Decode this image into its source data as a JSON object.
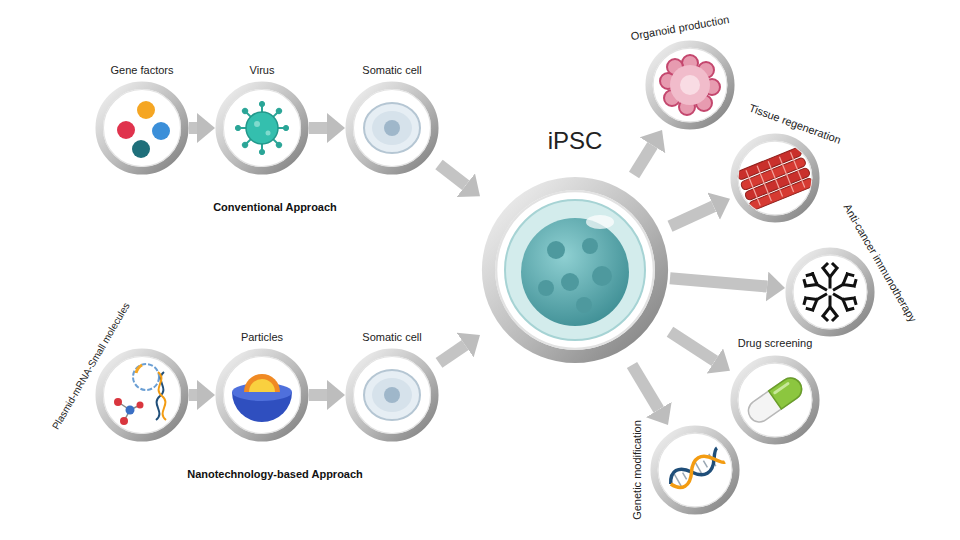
{
  "diagram": {
    "nodes": [
      {
        "text": [
          "Gene factors"
        ]
      },
      {
        "text": [
          "Virus"
        ]
      },
      {
        "text": [
          "Somatic cell"
        ]
      },
      {
        "text": [
          "Plasmid-mRNA-Small molecules"
        ]
      },
      {
        "text": [
          "Particles"
        ]
      },
      {
        "text": [
          "Somatic cell"
        ]
      },
      {
        "text": [
          "iPSC"
        ]
      },
      {
        "text": [
          "Organoid production"
        ]
      },
      {
        "text": [
          "Tissue regeneration"
        ]
      },
      {
        "text": [
          "Anti-cancer immunotherapy"
        ]
      },
      {
        "text": [
          "Drug screening"
        ]
      },
      {
        "text": [
          "Genetic modification"
        ]
      }
    ],
    "edges": [
      {
        "from": 0,
        "to": 1,
        "arrow": "to"
      },
      {
        "from": 1,
        "to": 2,
        "arrow": "to"
      },
      {
        "from": 2,
        "to": 6,
        "arrow": "to"
      },
      {
        "from": 3,
        "to": 4,
        "arrow": "to"
      },
      {
        "from": 4,
        "to": 5,
        "arrow": "to"
      },
      {
        "from": 5,
        "to": 6,
        "arrow": "to"
      },
      {
        "from": 6,
        "to": 7,
        "arrow": "to"
      },
      {
        "from": 6,
        "to": 8,
        "arrow": "to"
      },
      {
        "from": 6,
        "to": 9,
        "arrow": "to"
      },
      {
        "from": 6,
        "to": 10,
        "arrow": "to"
      },
      {
        "from": 6,
        "to": 11,
        "arrow": "to"
      }
    ],
    "labels": [
      "Conventional Approach",
      "Nanotechnology-based Approach"
    ]
  }
}
